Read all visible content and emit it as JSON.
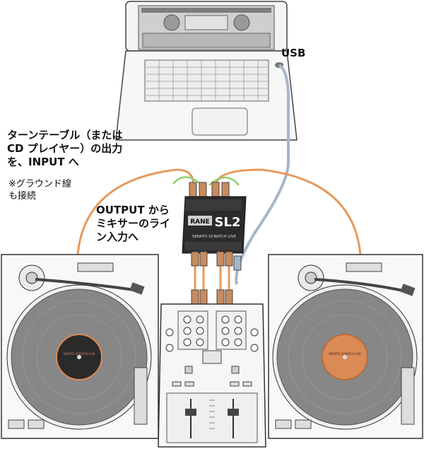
{
  "labels": {
    "usb": "USB",
    "input_instruction": [
      "ターンテーブル（または",
      "CD プレイヤー）の出力",
      "を、INPUT へ"
    ],
    "ground_note": [
      "※グラウンド線",
      "も接続"
    ],
    "output_instruction": [
      "OUTPUT から",
      "ミキサーのライ",
      "ン入力へ"
    ]
  },
  "device": {
    "brand": "RANE",
    "model": "SL2",
    "software": "SERATO SCRATCH LIVE"
  },
  "record_labels": {
    "left": "SERATO SCRATCH LIVE",
    "right": "SERATO SCRATCH LIVE"
  },
  "colors": {
    "cable_orange": "#e69a5c",
    "cable_green": "#8ccf6a",
    "usb_cable": "#a7b5c8",
    "record_grey": "#878787",
    "record_orange": "#d98a55",
    "device_body": "#2b2b2b",
    "outline": "#333333"
  }
}
